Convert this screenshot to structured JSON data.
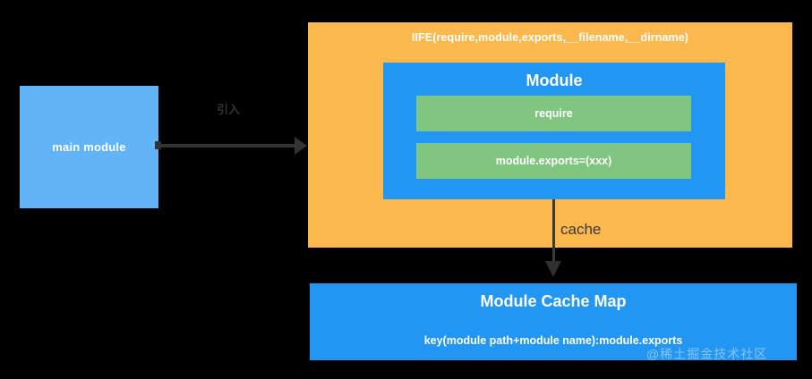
{
  "diagram": {
    "title": "Node.js module loading / caching diagram",
    "background_color": "#000000",
    "main_module": {
      "label": "main module",
      "color": "#63B3F7"
    },
    "iife_panel": {
      "title": "IIFE(require,module,exports,__filename,__dirname)",
      "color": "#FBB84C"
    },
    "module_box": {
      "title": "Module",
      "color": "#2196F3",
      "rows": [
        {
          "label": "require",
          "color": "#80C580"
        },
        {
          "label": "module.exports=(xxx)",
          "color": "#80C580"
        }
      ]
    },
    "cache_map": {
      "title": "Module Cache Map",
      "key_text": "key(module path+module name):module.exports",
      "color": "#2196F3"
    },
    "connectors": {
      "main_to_iife_label": "引入",
      "cache_label": "cache",
      "arrow_color": "#333333"
    },
    "watermark": "@稀土掘金技术社区"
  }
}
